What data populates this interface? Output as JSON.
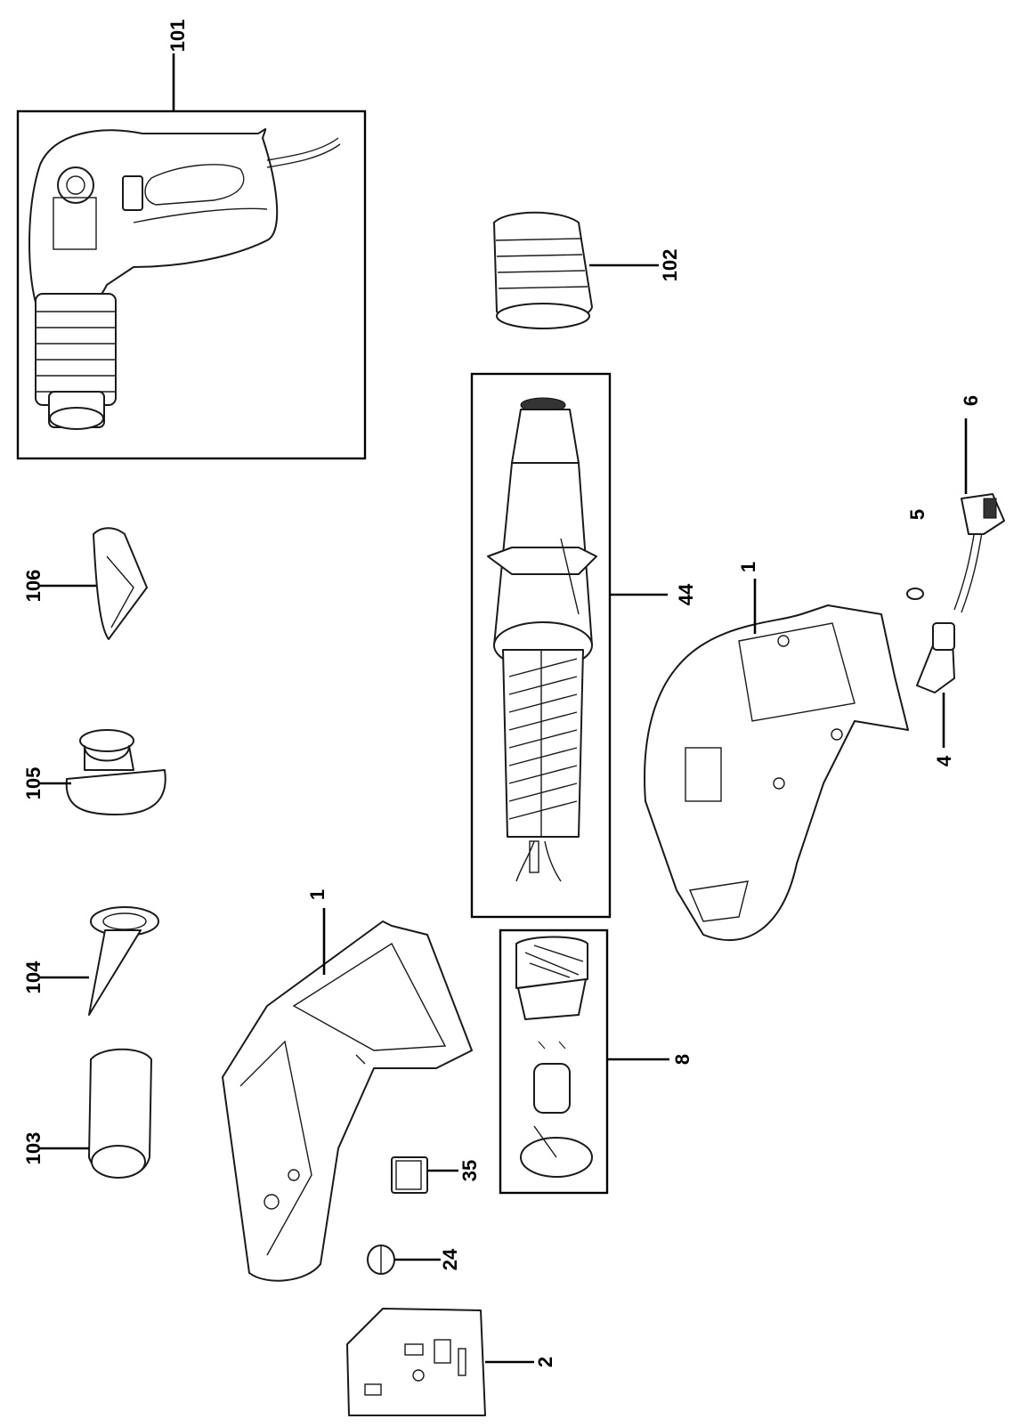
{
  "parts": [
    {
      "id": "101",
      "label": "101"
    },
    {
      "id": "102",
      "label": "102"
    },
    {
      "id": "103",
      "label": "103"
    },
    {
      "id": "104",
      "label": "104"
    },
    {
      "id": "105",
      "label": "105"
    },
    {
      "id": "106",
      "label": "106"
    },
    {
      "id": "44",
      "label": "44"
    },
    {
      "id": "8",
      "label": "8"
    },
    {
      "id": "35",
      "label": "35"
    },
    {
      "id": "24",
      "label": "24"
    },
    {
      "id": "2",
      "label": "2"
    },
    {
      "id": "1a",
      "label": "1"
    },
    {
      "id": "1b",
      "label": "1"
    },
    {
      "id": "4",
      "label": "4"
    },
    {
      "id": "5",
      "label": "5"
    },
    {
      "id": "6",
      "label": "6"
    }
  ]
}
